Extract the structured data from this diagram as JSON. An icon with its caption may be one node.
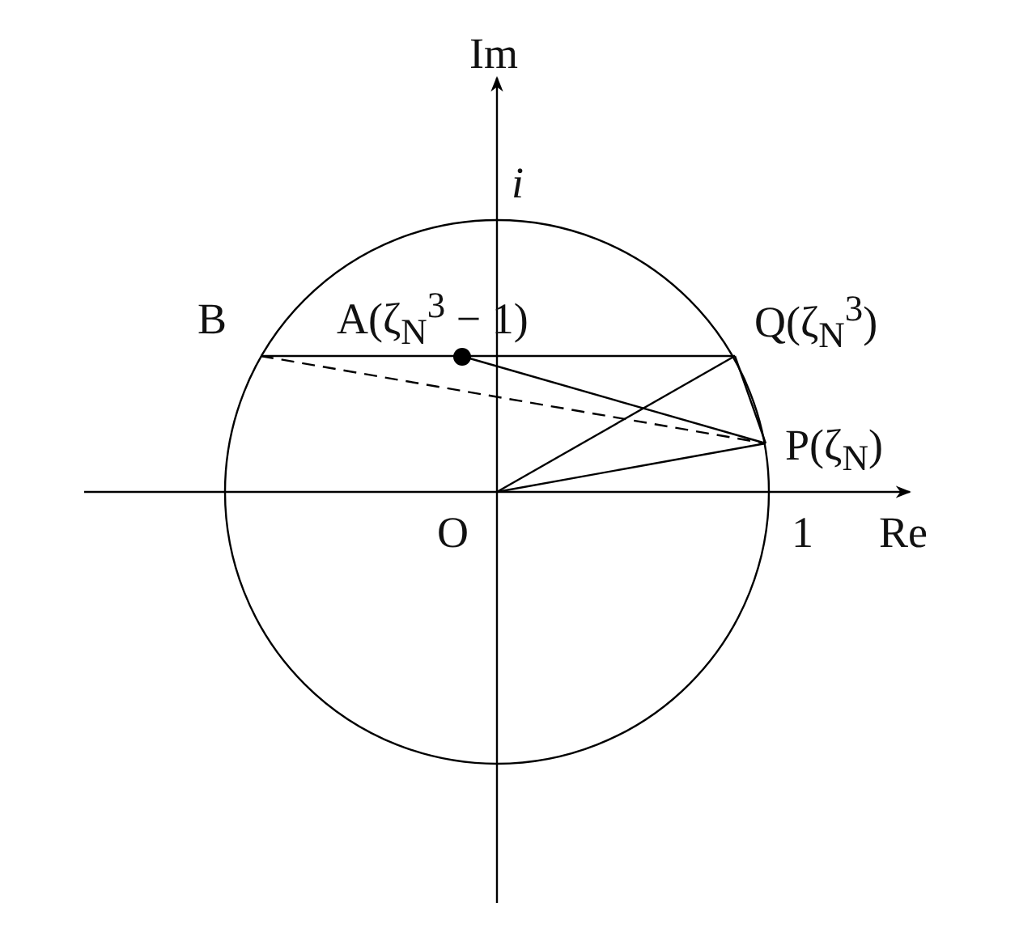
{
  "diagram": {
    "nodes": [
      {
        "text": [
          "O"
        ]
      },
      {
        "text": [
          "P(ζ$_{N}$)"
        ]
      },
      {
        "text": [
          "Q(ζ$_{N}$$^{3}$)"
        ]
      },
      {
        "text": [
          "A(ζ$_{N}$$^{3}$ − 1)"
        ]
      },
      {
        "text": [
          "B"
        ]
      }
    ],
    "edges": [
      {
        "from": 4,
        "to": 2,
        "arrow": "none"
      },
      {
        "from": 3,
        "to": 1,
        "arrow": "none"
      },
      {
        "from": 0,
        "to": 2,
        "arrow": "none"
      },
      {
        "from": 0,
        "to": 1,
        "arrow": "none"
      },
      {
        "from": 2,
        "to": 1,
        "arrow": "none"
      },
      {
        "from": 4,
        "to": 1,
        "arrow": "none",
        "style": "dashed"
      }
    ],
    "labels": [
      "Im",
      "i",
      "1",
      "Re"
    ]
  }
}
